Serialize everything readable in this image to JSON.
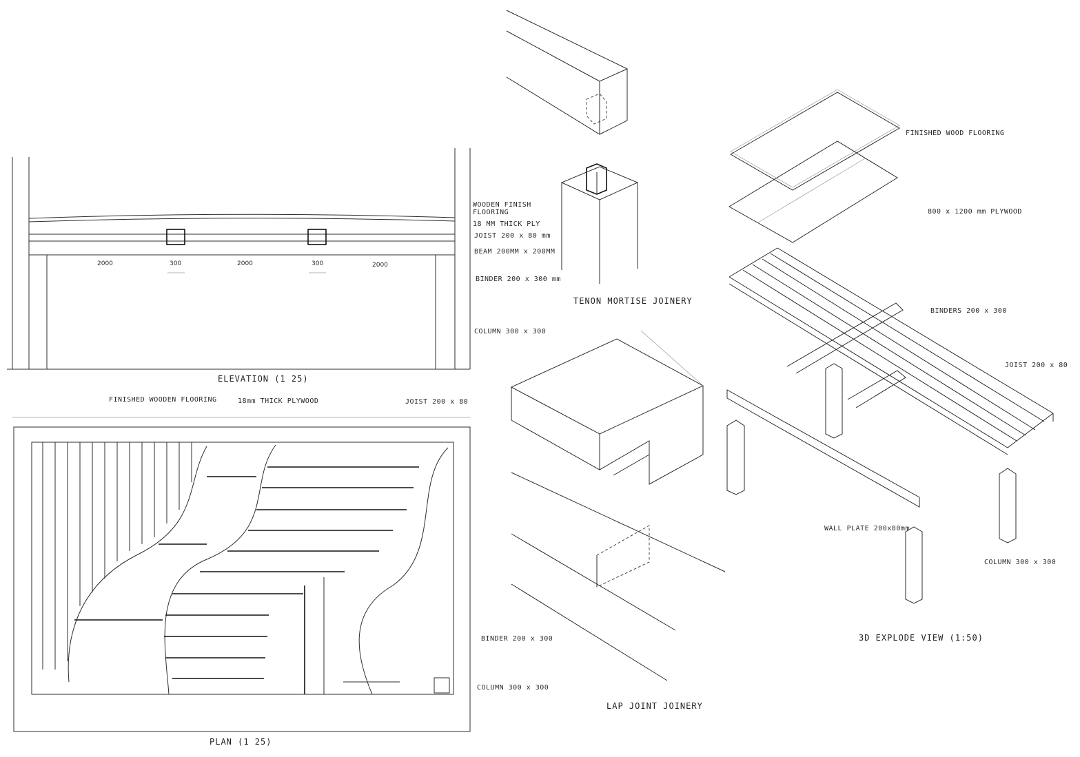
{
  "elevation": {
    "title": "ELEVATION (1 25)",
    "callouts": [
      "WOODEN FINISH",
      "FLOORING",
      "18 MM THICK PLY",
      "JOIST 200 x 80 mm",
      "BEAM 200MM x 200MM",
      "BINDER 200 x 300 mm",
      "COLUMN 300 x 300"
    ],
    "dimensions": [
      "2000",
      "300",
      "2000",
      "300",
      "2000"
    ]
  },
  "plan": {
    "title": "PLAN (1 25)",
    "callouts": [
      "FINISHED WOODEN FLOORING",
      "18mm THICK PLYWOOD",
      "JOIST 200 x 80",
      "BINDER 200 x 300",
      "COLUMN 300 x 300"
    ]
  },
  "tenon": {
    "title": "TENON MORTISE JOINERY"
  },
  "lap": {
    "title": "LAP JOINT JOINERY"
  },
  "explode": {
    "title": "3D EXPLODE VIEW (1:50)",
    "callouts": [
      "FINISHED WOOD FLOORING",
      "800 x 1200 mm PLYWOOD",
      "BINDERS 200 x 300",
      "JOIST 200 x 80",
      "WALL PLATE 200x80mm",
      "COLUMN 300 x 300"
    ]
  }
}
